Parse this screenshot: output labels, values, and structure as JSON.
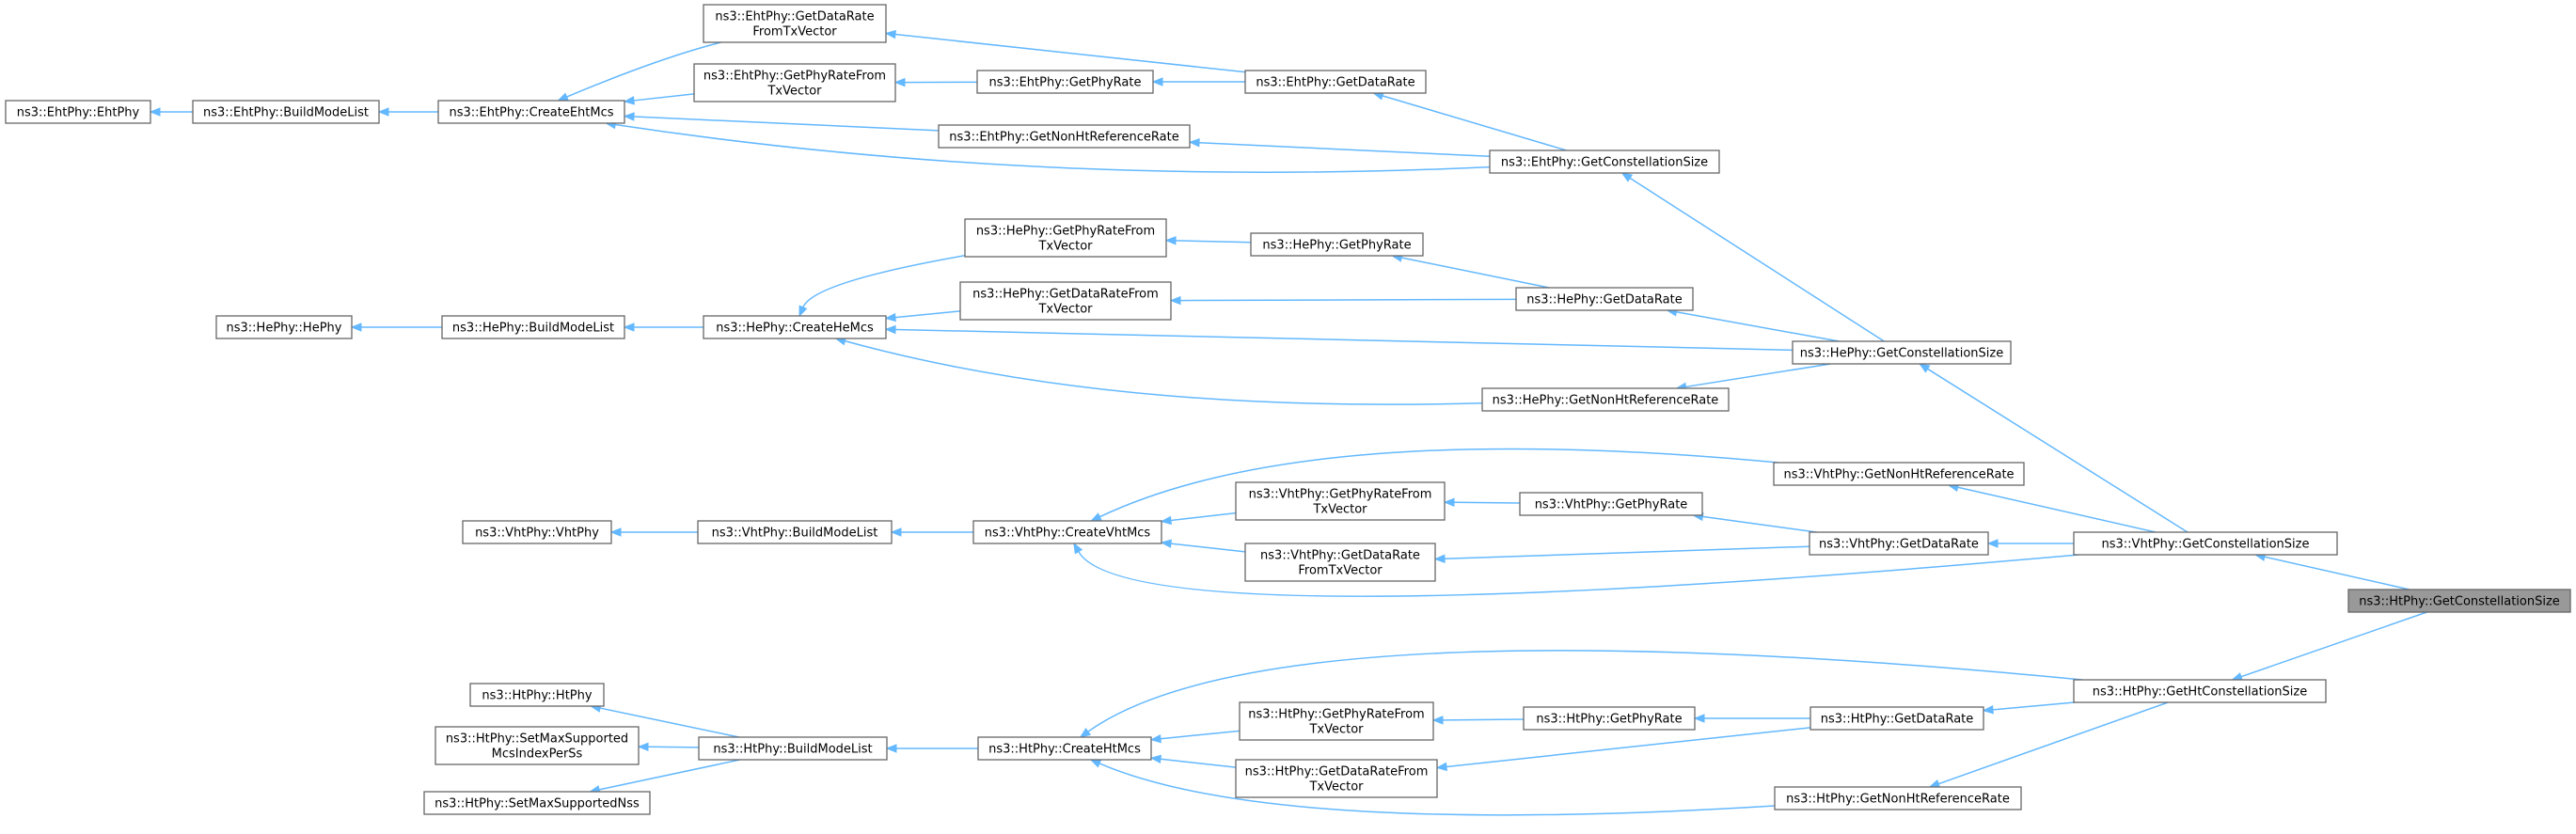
{
  "graph": {
    "nodes": [
      {
        "id": "eht_ehtphy",
        "lines": [
          "ns3::EhtPhy::EhtPhy"
        ]
      },
      {
        "id": "eht_build",
        "lines": [
          "ns3::EhtPhy::BuildModeList"
        ]
      },
      {
        "id": "eht_create",
        "lines": [
          "ns3::EhtPhy::CreateEhtMcs"
        ]
      },
      {
        "id": "eht_getdrftx",
        "lines": [
          "ns3::EhtPhy::GetDataRate",
          "FromTxVector"
        ]
      },
      {
        "id": "eht_getprftx",
        "lines": [
          "ns3::EhtPhy::GetPhyRateFrom",
          "TxVector"
        ]
      },
      {
        "id": "eht_getphyrate",
        "lines": [
          "ns3::EhtPhy::GetPhyRate"
        ]
      },
      {
        "id": "eht_getdatarate",
        "lines": [
          "ns3::EhtPhy::GetDataRate"
        ]
      },
      {
        "id": "eht_nonht",
        "lines": [
          "ns3::EhtPhy::GetNonHtReferenceRate"
        ]
      },
      {
        "id": "eht_const",
        "lines": [
          "ns3::EhtPhy::GetConstellationSize"
        ]
      },
      {
        "id": "he_hephy",
        "lines": [
          "ns3::HePhy::HePhy"
        ]
      },
      {
        "id": "he_build",
        "lines": [
          "ns3::HePhy::BuildModeList"
        ]
      },
      {
        "id": "he_create",
        "lines": [
          "ns3::HePhy::CreateHeMcs"
        ]
      },
      {
        "id": "he_getprftx",
        "lines": [
          "ns3::HePhy::GetPhyRateFrom",
          "TxVector"
        ]
      },
      {
        "id": "he_getdrftx",
        "lines": [
          "ns3::HePhy::GetDataRateFrom",
          "TxVector"
        ]
      },
      {
        "id": "he_getphyrate",
        "lines": [
          "ns3::HePhy::GetPhyRate"
        ]
      },
      {
        "id": "he_getdatarate",
        "lines": [
          "ns3::HePhy::GetDataRate"
        ]
      },
      {
        "id": "he_const",
        "lines": [
          "ns3::HePhy::GetConstellationSize"
        ]
      },
      {
        "id": "he_nonht",
        "lines": [
          "ns3::HePhy::GetNonHtReferenceRate"
        ]
      },
      {
        "id": "vht_vhtphy",
        "lines": [
          "ns3::VhtPhy::VhtPhy"
        ]
      },
      {
        "id": "vht_build",
        "lines": [
          "ns3::VhtPhy::BuildModeList"
        ]
      },
      {
        "id": "vht_create",
        "lines": [
          "ns3::VhtPhy::CreateVhtMcs"
        ]
      },
      {
        "id": "vht_getprftx",
        "lines": [
          "ns3::VhtPhy::GetPhyRateFrom",
          "TxVector"
        ]
      },
      {
        "id": "vht_getdrftx",
        "lines": [
          "ns3::VhtPhy::GetDataRate",
          "FromTxVector"
        ]
      },
      {
        "id": "vht_getphyrate",
        "lines": [
          "ns3::VhtPhy::GetPhyRate"
        ]
      },
      {
        "id": "vht_nonht",
        "lines": [
          "ns3::VhtPhy::GetNonHtReferenceRate"
        ]
      },
      {
        "id": "vht_getdatarate",
        "lines": [
          "ns3::VhtPhy::GetDataRate"
        ]
      },
      {
        "id": "vht_const",
        "lines": [
          "ns3::VhtPhy::GetConstellationSize"
        ]
      },
      {
        "id": "ht_const",
        "lines": [
          "ns3::HtPhy::GetConstellationSize"
        ],
        "highlight": true
      },
      {
        "id": "ht_htconst",
        "lines": [
          "ns3::HtPhy::GetHtConstellationSize"
        ]
      },
      {
        "id": "ht_htphy",
        "lines": [
          "ns3::HtPhy::HtPhy"
        ]
      },
      {
        "id": "ht_setmcs",
        "lines": [
          "ns3::HtPhy::SetMaxSupported",
          "McsIndexPerSs"
        ]
      },
      {
        "id": "ht_setnss",
        "lines": [
          "ns3::HtPhy::SetMaxSupportedNss"
        ]
      },
      {
        "id": "ht_build",
        "lines": [
          "ns3::HtPhy::BuildModeList"
        ]
      },
      {
        "id": "ht_create",
        "lines": [
          "ns3::HtPhy::CreateHtMcs"
        ]
      },
      {
        "id": "ht_getprftx",
        "lines": [
          "ns3::HtPhy::GetPhyRateFrom",
          "TxVector"
        ]
      },
      {
        "id": "ht_getdrftx",
        "lines": [
          "ns3::HtPhy::GetDataRateFrom",
          "TxVector"
        ]
      },
      {
        "id": "ht_getphyrate",
        "lines": [
          "ns3::HtPhy::GetPhyRate"
        ]
      },
      {
        "id": "ht_getdatarate",
        "lines": [
          "ns3::HtPhy::GetDataRate"
        ]
      },
      {
        "id": "ht_nonht",
        "lines": [
          "ns3::HtPhy::GetNonHtReferenceRate"
        ]
      }
    ],
    "edges": [
      [
        "eht_ehtphy",
        "eht_build"
      ],
      [
        "eht_build",
        "eht_create"
      ],
      [
        "eht_create",
        "eht_getdrftx"
      ],
      [
        "eht_create",
        "eht_getprftx"
      ],
      [
        "eht_create",
        "eht_nonht"
      ],
      [
        "eht_create",
        "eht_const"
      ],
      [
        "eht_getdrftx",
        "eht_getdatarate"
      ],
      [
        "eht_getprftx",
        "eht_getphyrate"
      ],
      [
        "eht_getphyrate",
        "eht_getdatarate"
      ],
      [
        "eht_getdatarate",
        "eht_const"
      ],
      [
        "eht_nonht",
        "eht_const"
      ],
      [
        "eht_const",
        "he_const"
      ],
      [
        "he_hephy",
        "he_build"
      ],
      [
        "he_build",
        "he_create"
      ],
      [
        "he_create",
        "he_getprftx"
      ],
      [
        "he_create",
        "he_getdrftx"
      ],
      [
        "he_create",
        "he_const"
      ],
      [
        "he_create",
        "he_nonht"
      ],
      [
        "he_getprftx",
        "he_getphyrate"
      ],
      [
        "he_getphyrate",
        "he_getdatarate"
      ],
      [
        "he_getdrftx",
        "he_getdatarate"
      ],
      [
        "he_getdatarate",
        "he_const"
      ],
      [
        "he_nonht",
        "he_const"
      ],
      [
        "he_const",
        "vht_const"
      ],
      [
        "vht_vhtphy",
        "vht_build"
      ],
      [
        "vht_build",
        "vht_create"
      ],
      [
        "vht_create",
        "vht_nonht"
      ],
      [
        "vht_create",
        "vht_getprftx"
      ],
      [
        "vht_create",
        "vht_getdrftx"
      ],
      [
        "vht_create",
        "vht_const"
      ],
      [
        "vht_getprftx",
        "vht_getphyrate"
      ],
      [
        "vht_getphyrate",
        "vht_getdatarate"
      ],
      [
        "vht_getdrftx",
        "vht_getdatarate"
      ],
      [
        "vht_nonht",
        "vht_const"
      ],
      [
        "vht_getdatarate",
        "vht_const"
      ],
      [
        "vht_const",
        "ht_const"
      ],
      [
        "ht_htconst",
        "ht_const"
      ],
      [
        "ht_htphy",
        "ht_build"
      ],
      [
        "ht_setmcs",
        "ht_build"
      ],
      [
        "ht_setnss",
        "ht_build"
      ],
      [
        "ht_build",
        "ht_create"
      ],
      [
        "ht_create",
        "ht_htconst"
      ],
      [
        "ht_create",
        "ht_getprftx"
      ],
      [
        "ht_create",
        "ht_getdrftx"
      ],
      [
        "ht_create",
        "ht_nonht"
      ],
      [
        "ht_getprftx",
        "ht_getphyrate"
      ],
      [
        "ht_getphyrate",
        "ht_getdatarate"
      ],
      [
        "ht_getdrftx",
        "ht_getdatarate"
      ],
      [
        "ht_getdatarate",
        "ht_htconst"
      ],
      [
        "ht_nonht",
        "ht_htconst"
      ]
    ]
  }
}
